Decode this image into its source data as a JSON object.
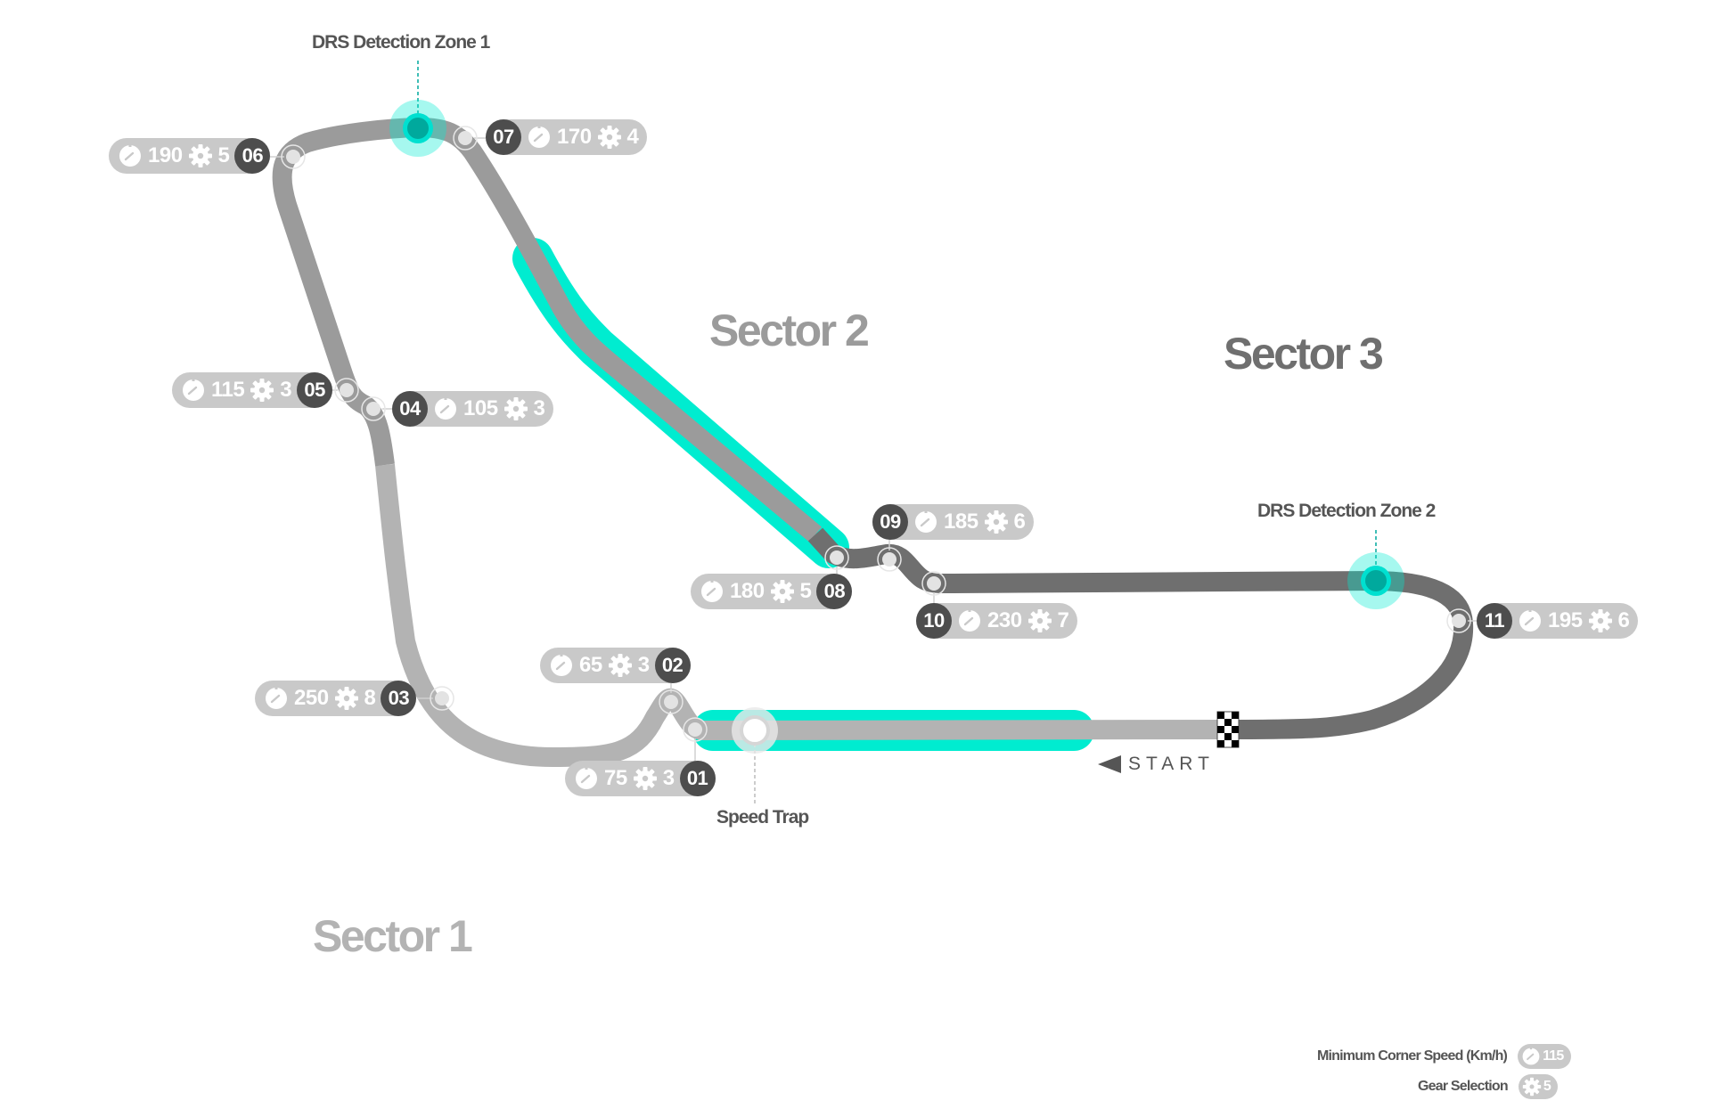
{
  "map": {
    "colors": {
      "sector1": "#b3b3b3",
      "sector2": "#9b9b9b",
      "sector3": "#6f6f6f",
      "drs_zone": "#00ecd0",
      "drs_marker": "#00a99d",
      "turn_badge": "#4d4d4d",
      "info_pill": "#c9c9c9"
    },
    "sectors": [
      {
        "label": "Sector 1",
        "color": "#b3b3b3"
      },
      {
        "label": "Sector 2",
        "color": "#9b9b9b"
      },
      {
        "label": "Sector 3",
        "color": "#6f6f6f"
      }
    ],
    "corners": [
      {
        "turn": "01",
        "min_speed": "75",
        "gear": "3"
      },
      {
        "turn": "02",
        "min_speed": "65",
        "gear": "3"
      },
      {
        "turn": "03",
        "min_speed": "250",
        "gear": "8"
      },
      {
        "turn": "04",
        "min_speed": "105",
        "gear": "3"
      },
      {
        "turn": "05",
        "min_speed": "115",
        "gear": "3"
      },
      {
        "turn": "06",
        "min_speed": "190",
        "gear": "5"
      },
      {
        "turn": "07",
        "min_speed": "170",
        "gear": "4"
      },
      {
        "turn": "08",
        "min_speed": "180",
        "gear": "5"
      },
      {
        "turn": "09",
        "min_speed": "185",
        "gear": "6"
      },
      {
        "turn": "10",
        "min_speed": "230",
        "gear": "7"
      },
      {
        "turn": "11",
        "min_speed": "195",
        "gear": "6"
      }
    ],
    "markers": {
      "drs1": "DRS Detection Zone 1",
      "drs2": "DRS Detection Zone 2",
      "speed_trap": "Speed Trap",
      "start": "START"
    },
    "icons": {
      "speed": "speedometer-icon",
      "gear": "gear-icon",
      "finish": "checkered-flag-icon"
    }
  },
  "legend": {
    "min_speed_label": "Minimum Corner Speed (Km/h)",
    "min_speed_example": "115",
    "gear_label": "Gear Selection",
    "gear_example": "5"
  }
}
